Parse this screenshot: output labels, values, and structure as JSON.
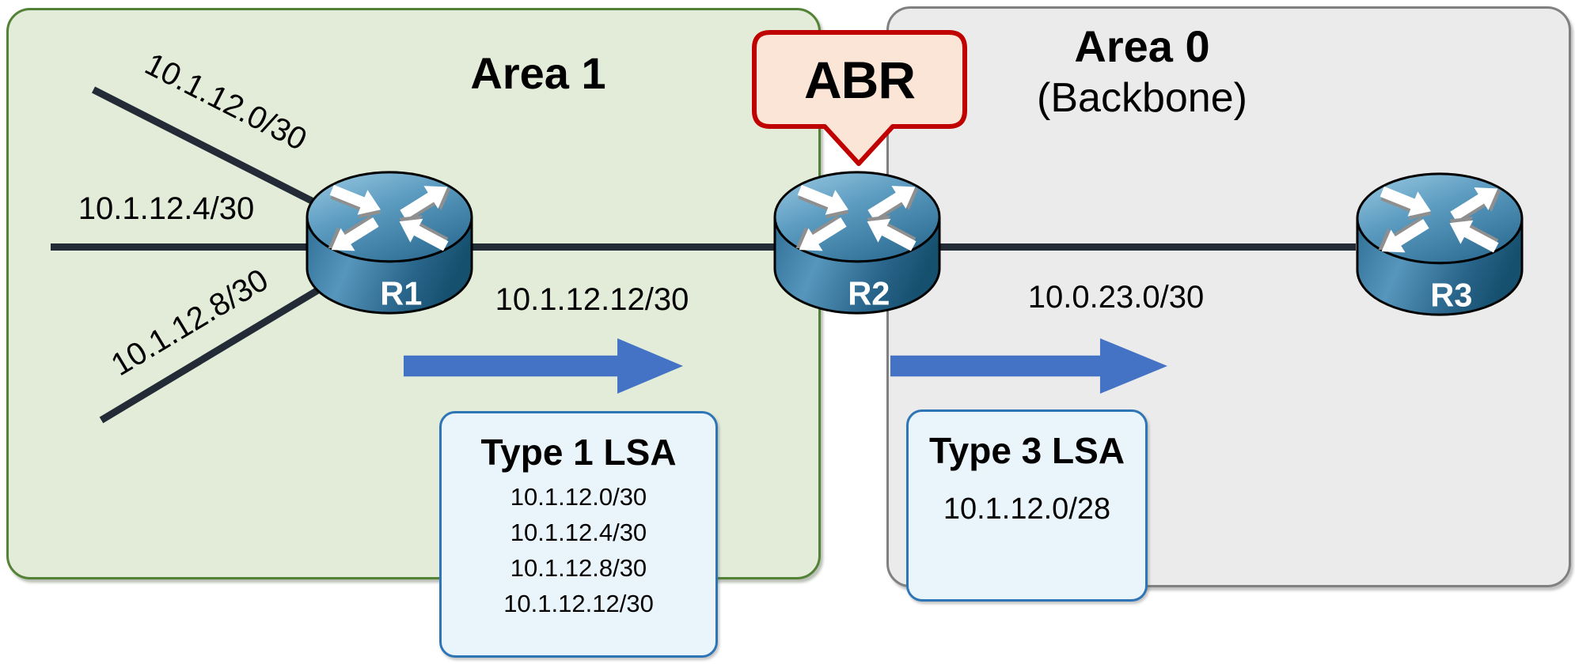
{
  "diagram": {
    "area1": {
      "label": "Area 1"
    },
    "area0": {
      "label": "Area 0",
      "sublabel": "(Backbone)"
    },
    "abr": {
      "label": "ABR"
    },
    "routers": [
      {
        "name": "R1"
      },
      {
        "name": "R2"
      },
      {
        "name": "R3"
      }
    ],
    "links": {
      "r1_net_top": "10.1.12.0/30",
      "r1_net_mid": "10.1.12.4/30",
      "r1_net_bottom": "10.1.12.8/30",
      "r1_r2": "10.1.12.12/30",
      "r2_r3": "10.0.23.0/30"
    },
    "lsa": [
      {
        "title": "Type 1 LSA",
        "entries": [
          "10.1.12.0/30",
          "10.1.12.4/30",
          "10.1.12.8/30",
          "10.1.12.12/30"
        ]
      },
      {
        "title": "Type 3 LSA",
        "entries": [
          "10.1.12.0/28"
        ]
      }
    ],
    "colors": {
      "area1_fill": "#e2ecd9",
      "area1_border": "#538135",
      "area0_fill": "#ebebeb",
      "area0_border": "#808080",
      "abr_fill": "#fbe5d6",
      "abr_border": "#c00000",
      "lsa_fill": "#eaf4fb",
      "lsa_border": "#2e75b6",
      "flood_arrow": "#4472c4",
      "link_line": "#222b36",
      "router_light": "#8ec4de",
      "router_dark": "#1c567a"
    }
  }
}
